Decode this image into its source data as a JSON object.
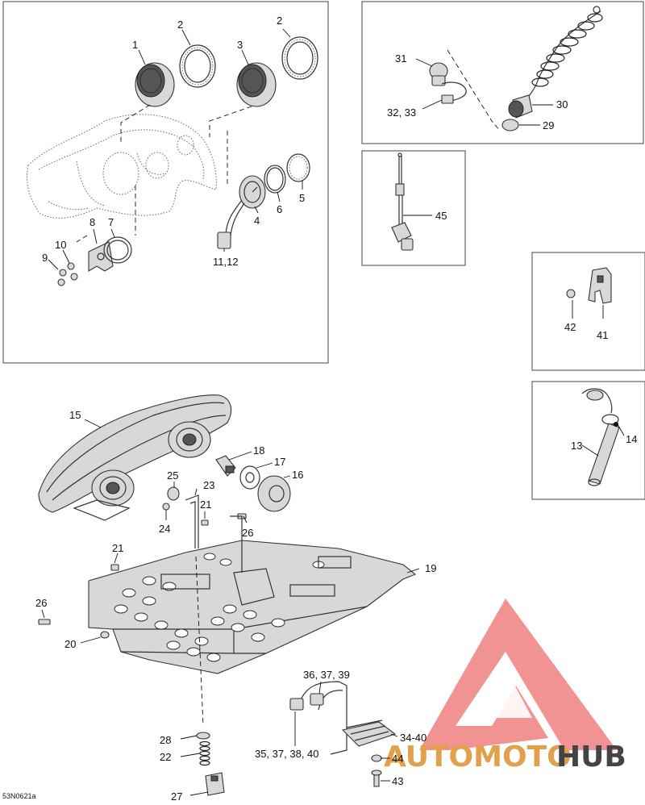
{
  "diagram": {
    "code": "53N0621a",
    "watermark": {
      "part1": "AUTOMOTO",
      "part2": "HUB",
      "color1": "#e2a04a",
      "color2": "#444444",
      "logo_color": "#f08080"
    },
    "callouts": [
      {
        "id": "c1",
        "text": "1"
      },
      {
        "id": "c2a",
        "text": "2"
      },
      {
        "id": "c2b",
        "text": "2"
      },
      {
        "id": "c3",
        "text": "3"
      },
      {
        "id": "c4",
        "text": "4"
      },
      {
        "id": "c5",
        "text": "5"
      },
      {
        "id": "c6",
        "text": "6"
      },
      {
        "id": "c7",
        "text": "7"
      },
      {
        "id": "c8",
        "text": "8"
      },
      {
        "id": "c9",
        "text": "9"
      },
      {
        "id": "c10",
        "text": "10"
      },
      {
        "id": "c1112",
        "text": "11,12"
      },
      {
        "id": "c31",
        "text": "31"
      },
      {
        "id": "c3233",
        "text": "32, 33"
      },
      {
        "id": "c30",
        "text": "30"
      },
      {
        "id": "c29",
        "text": "29"
      },
      {
        "id": "c45",
        "text": "45"
      },
      {
        "id": "c42",
        "text": "42"
      },
      {
        "id": "c41",
        "text": "41"
      },
      {
        "id": "c13",
        "text": "13"
      },
      {
        "id": "c14",
        "text": "14"
      },
      {
        "id": "c15",
        "text": "15"
      },
      {
        "id": "c18",
        "text": "18"
      },
      {
        "id": "c17",
        "text": "17"
      },
      {
        "id": "c16",
        "text": "16"
      },
      {
        "id": "c25",
        "text": "25"
      },
      {
        "id": "c23",
        "text": "23"
      },
      {
        "id": "c21a",
        "text": "21"
      },
      {
        "id": "c24",
        "text": "24"
      },
      {
        "id": "c26a",
        "text": "26"
      },
      {
        "id": "c21b",
        "text": "21"
      },
      {
        "id": "c19",
        "text": "19"
      },
      {
        "id": "c26b",
        "text": "26"
      },
      {
        "id": "c20",
        "text": "20"
      },
      {
        "id": "c363739",
        "text": "36, 37, 39"
      },
      {
        "id": "c3440",
        "text": "34-40"
      },
      {
        "id": "c44",
        "text": "44"
      },
      {
        "id": "c35",
        "text": "35, 37, 38, 40"
      },
      {
        "id": "c28",
        "text": "28"
      },
      {
        "id": "c22",
        "text": "22"
      },
      {
        "id": "c43",
        "text": "43"
      },
      {
        "id": "c27",
        "text": "27"
      }
    ]
  }
}
